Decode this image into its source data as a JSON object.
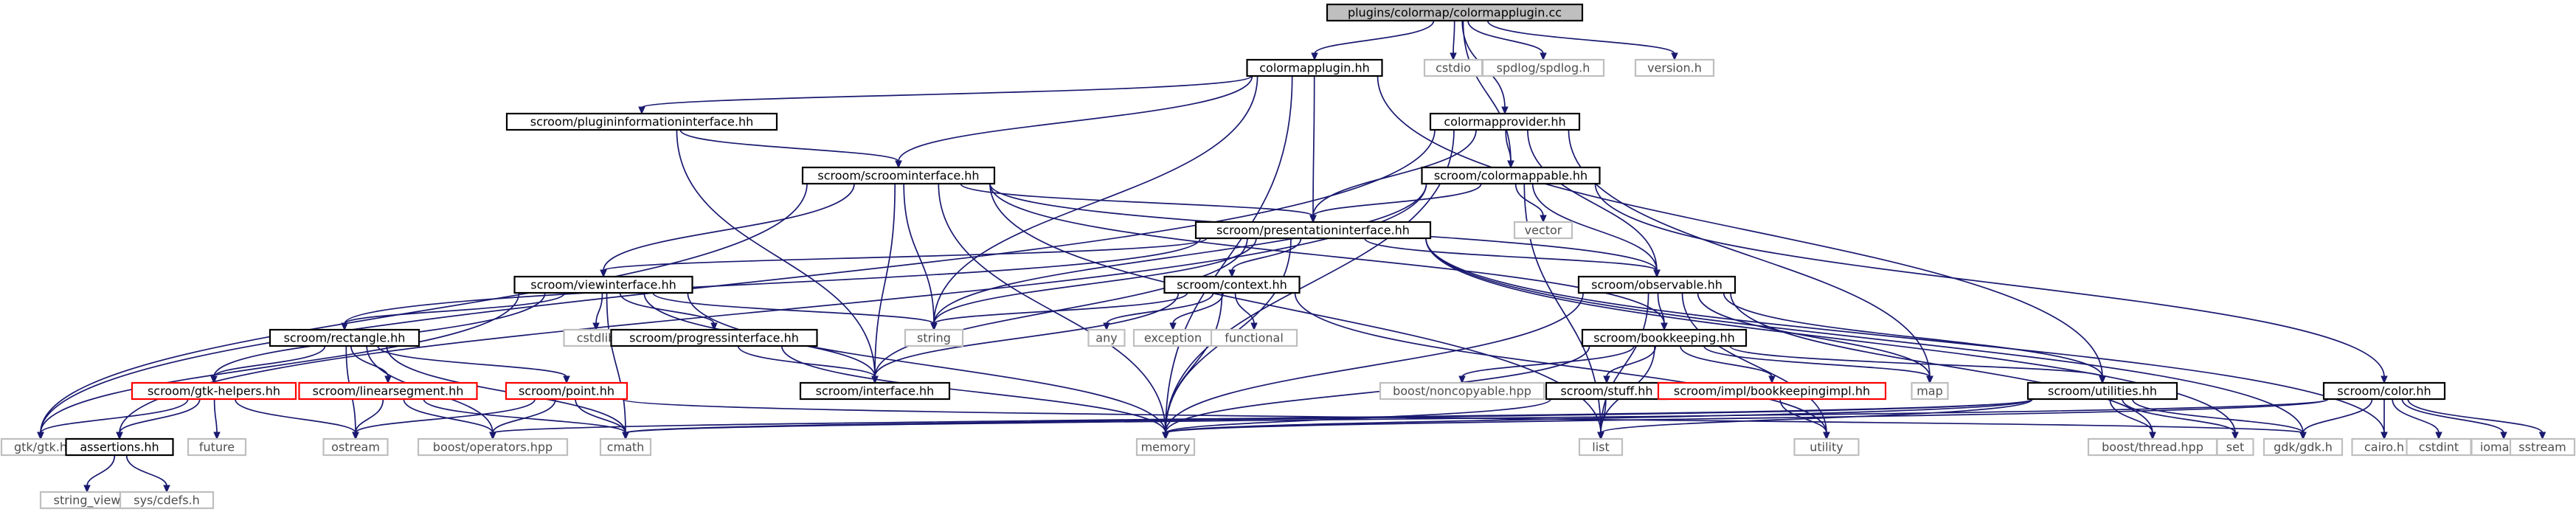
{
  "palette": {
    "edge": "#191970",
    "text": "#000000",
    "dim_text": "#4d4d4d",
    "box_default": "#000000",
    "box_dim": "#bfbfbf",
    "box_red": "#ff0000",
    "root_fill": "#bfbfbf",
    "fill": "#ffffff"
  },
  "graph": {
    "title": "plugins/colormap/colormapplugin.cc",
    "nodes": [
      {
        "id": "root",
        "label": "plugins/colormap/colormapplugin.cc",
        "style": "root"
      },
      {
        "id": "colormapplugin_hh",
        "label": "colormapplugin.hh",
        "style": "default"
      },
      {
        "id": "cstdio",
        "label": "cstdio",
        "style": "dim"
      },
      {
        "id": "spdlog",
        "label": "spdlog/spdlog.h",
        "style": "dim"
      },
      {
        "id": "version_h",
        "label": "version.h",
        "style": "dim"
      },
      {
        "id": "plugininfo",
        "label": "scroom/plugininformationinterface.hh",
        "style": "default"
      },
      {
        "id": "colormapprovider",
        "label": "colormapprovider.hh",
        "style": "default"
      },
      {
        "id": "scroominterface",
        "label": "scroom/scroominterface.hh",
        "style": "default"
      },
      {
        "id": "colormappable",
        "label": "scroom/colormappable.hh",
        "style": "default"
      },
      {
        "id": "vector",
        "label": "vector",
        "style": "dim"
      },
      {
        "id": "presentation",
        "label": "scroom/presentationinterface.hh",
        "style": "default"
      },
      {
        "id": "viewinterface",
        "label": "scroom/viewinterface.hh",
        "style": "default"
      },
      {
        "id": "context",
        "label": "scroom/context.hh",
        "style": "default"
      },
      {
        "id": "observable",
        "label": "scroom/observable.hh",
        "style": "default"
      },
      {
        "id": "cstdlib",
        "label": "cstdlib",
        "style": "dim"
      },
      {
        "id": "string",
        "label": "string",
        "style": "dim"
      },
      {
        "id": "any",
        "label": "any",
        "style": "dim"
      },
      {
        "id": "exception",
        "label": "exception",
        "style": "dim"
      },
      {
        "id": "functional",
        "label": "functional",
        "style": "dim"
      },
      {
        "id": "rectangle",
        "label": "scroom/rectangle.hh",
        "style": "default"
      },
      {
        "id": "progress",
        "label": "scroom/progressinterface.hh",
        "style": "default"
      },
      {
        "id": "bookkeeping",
        "label": "scroom/bookkeeping.hh",
        "style": "default"
      },
      {
        "id": "interface",
        "label": "scroom/interface.hh",
        "style": "default"
      },
      {
        "id": "gtkhelpers",
        "label": "scroom/gtk-helpers.hh",
        "style": "red"
      },
      {
        "id": "linearsegment",
        "label": "scroom/linearsegment.hh",
        "style": "red"
      },
      {
        "id": "point",
        "label": "scroom/point.hh",
        "style": "red"
      },
      {
        "id": "noncopyable",
        "label": "boost/noncopyable.hpp",
        "style": "dim"
      },
      {
        "id": "stuff",
        "label": "scroom/stuff.hh",
        "style": "default"
      },
      {
        "id": "bookkeepingimpl",
        "label": "scroom/impl/bookkeepingimpl.hh",
        "style": "red"
      },
      {
        "id": "map",
        "label": "map",
        "style": "dim"
      },
      {
        "id": "utilities",
        "label": "scroom/utilities.hh",
        "style": "default"
      },
      {
        "id": "color",
        "label": "scroom/color.hh",
        "style": "default"
      },
      {
        "id": "gtk_h",
        "label": "gtk/gtk.h",
        "style": "dim"
      },
      {
        "id": "future",
        "label": "future",
        "style": "dim"
      },
      {
        "id": "assertions",
        "label": "assertions.hh",
        "style": "default"
      },
      {
        "id": "ostream",
        "label": "ostream",
        "style": "dim"
      },
      {
        "id": "operators",
        "label": "boost/operators.hpp",
        "style": "dim"
      },
      {
        "id": "cmath",
        "label": "cmath",
        "style": "dim"
      },
      {
        "id": "memory",
        "label": "memory",
        "style": "dim"
      },
      {
        "id": "list",
        "label": "list",
        "style": "dim"
      },
      {
        "id": "utility",
        "label": "utility",
        "style": "dim"
      },
      {
        "id": "thread",
        "label": "boost/thread.hpp",
        "style": "dim"
      },
      {
        "id": "set",
        "label": "set",
        "style": "dim"
      },
      {
        "id": "gdk_h",
        "label": "gdk/gdk.h",
        "style": "dim"
      },
      {
        "id": "cairo_h",
        "label": "cairo.h",
        "style": "dim"
      },
      {
        "id": "cstdint",
        "label": "cstdint",
        "style": "dim"
      },
      {
        "id": "iomanip",
        "label": "iomanip",
        "style": "dim"
      },
      {
        "id": "sstream",
        "label": "sstream",
        "style": "dim"
      },
      {
        "id": "string_view",
        "label": "string_view",
        "style": "dim"
      },
      {
        "id": "cdefs",
        "label": "sys/cdefs.h",
        "style": "dim"
      }
    ],
    "edges": [
      [
        "root",
        "colormapplugin_hh"
      ],
      [
        "root",
        "cstdio"
      ],
      [
        "root",
        "spdlog"
      ],
      [
        "root",
        "version_h"
      ],
      [
        "root",
        "colormapprovider"
      ],
      [
        "root",
        "colormappable"
      ],
      [
        "colormapplugin_hh",
        "plugininfo"
      ],
      [
        "colormapplugin_hh",
        "scroominterface"
      ],
      [
        "colormapplugin_hh",
        "presentation"
      ],
      [
        "colormapplugin_hh",
        "string"
      ],
      [
        "colormapplugin_hh",
        "utilities"
      ],
      [
        "colormapplugin_hh",
        "memory"
      ],
      [
        "plugininfo",
        "scroominterface"
      ],
      [
        "plugininfo",
        "interface"
      ],
      [
        "colormapprovider",
        "gtk_h"
      ],
      [
        "colormapprovider",
        "colormappable"
      ],
      [
        "colormapprovider",
        "presentation"
      ],
      [
        "colormapprovider",
        "observable"
      ],
      [
        "colormapprovider",
        "map"
      ],
      [
        "colormapprovider",
        "memory"
      ],
      [
        "scroominterface",
        "gtk_h"
      ],
      [
        "scroominterface",
        "presentation"
      ],
      [
        "scroominterface",
        "viewinterface"
      ],
      [
        "scroominterface",
        "string"
      ],
      [
        "scroominterface",
        "interface"
      ],
      [
        "scroominterface",
        "bookkeeping"
      ],
      [
        "scroominterface",
        "memory"
      ],
      [
        "scroominterface",
        "list"
      ],
      [
        "scroominterface",
        "observable"
      ],
      [
        "colormappable",
        "vector"
      ],
      [
        "colormappable",
        "presentation"
      ],
      [
        "colormappable",
        "observable"
      ],
      [
        "colormappable",
        "color"
      ],
      [
        "colormappable",
        "assertions"
      ],
      [
        "colormappable",
        "list"
      ],
      [
        "colormappable",
        "string"
      ],
      [
        "presentation",
        "viewinterface"
      ],
      [
        "presentation",
        "context"
      ],
      [
        "presentation",
        "observable"
      ],
      [
        "presentation",
        "rectangle"
      ],
      [
        "presentation",
        "string"
      ],
      [
        "presentation",
        "memory"
      ],
      [
        "presentation",
        "gdk_h"
      ],
      [
        "presentation",
        "cairo_h"
      ],
      [
        "presentation",
        "set"
      ],
      [
        "presentation",
        "interface"
      ],
      [
        "viewinterface",
        "cstdlib"
      ],
      [
        "viewinterface",
        "string"
      ],
      [
        "viewinterface",
        "rectangle"
      ],
      [
        "viewinterface",
        "progress"
      ],
      [
        "viewinterface",
        "interface"
      ],
      [
        "viewinterface",
        "gtkhelpers"
      ],
      [
        "viewinterface",
        "gtk_h"
      ],
      [
        "viewinterface",
        "memory"
      ],
      [
        "viewinterface",
        "cmath"
      ],
      [
        "context",
        "any"
      ],
      [
        "context",
        "exception"
      ],
      [
        "context",
        "functional"
      ],
      [
        "context",
        "string"
      ],
      [
        "context",
        "interface"
      ],
      [
        "context",
        "memory"
      ],
      [
        "context",
        "utility"
      ],
      [
        "observable",
        "bookkeeping"
      ],
      [
        "observable",
        "map"
      ],
      [
        "observable",
        "utilities"
      ],
      [
        "observable",
        "thread"
      ],
      [
        "observable",
        "list"
      ],
      [
        "observable",
        "memory"
      ],
      [
        "observable",
        "utility"
      ],
      [
        "rectangle",
        "gtkhelpers"
      ],
      [
        "rectangle",
        "linearsegment"
      ],
      [
        "rectangle",
        "point"
      ],
      [
        "rectangle",
        "ostream"
      ],
      [
        "rectangle",
        "operators"
      ],
      [
        "rectangle",
        "cmath"
      ],
      [
        "progress",
        "interface"
      ],
      [
        "progress",
        "memory"
      ],
      [
        "bookkeeping",
        "noncopyable"
      ],
      [
        "bookkeeping",
        "stuff"
      ],
      [
        "bookkeeping",
        "bookkeepingimpl"
      ],
      [
        "bookkeeping",
        "map"
      ],
      [
        "bookkeeping",
        "utilities"
      ],
      [
        "bookkeeping",
        "memory"
      ],
      [
        "bookkeeping",
        "list"
      ],
      [
        "gtkhelpers",
        "gtk_h"
      ],
      [
        "gtkhelpers",
        "future"
      ],
      [
        "gtkhelpers",
        "assertions"
      ],
      [
        "gtkhelpers",
        "ostream"
      ],
      [
        "linearsegment",
        "ostream"
      ],
      [
        "linearsegment",
        "operators"
      ],
      [
        "linearsegment",
        "cmath"
      ],
      [
        "point",
        "gdk_h"
      ],
      [
        "point",
        "operators"
      ],
      [
        "point",
        "cmath"
      ],
      [
        "point",
        "ostream"
      ],
      [
        "stuff",
        "list"
      ],
      [
        "stuff",
        "memory"
      ],
      [
        "bookkeepingimpl",
        "utility"
      ],
      [
        "utilities",
        "thread"
      ],
      [
        "utilities",
        "set"
      ],
      [
        "utilities",
        "memory"
      ],
      [
        "utilities",
        "list"
      ],
      [
        "utilities",
        "gdk_h"
      ],
      [
        "utilities",
        "cmath"
      ],
      [
        "utilities",
        "operators"
      ],
      [
        "color",
        "cairo_h"
      ],
      [
        "color",
        "cstdint"
      ],
      [
        "color",
        "iomanip"
      ],
      [
        "color",
        "sstream"
      ],
      [
        "color",
        "gdk_h"
      ],
      [
        "color",
        "cmath"
      ],
      [
        "color",
        "memory"
      ],
      [
        "assertions",
        "string_view"
      ],
      [
        "assertions",
        "cdefs"
      ]
    ]
  }
}
